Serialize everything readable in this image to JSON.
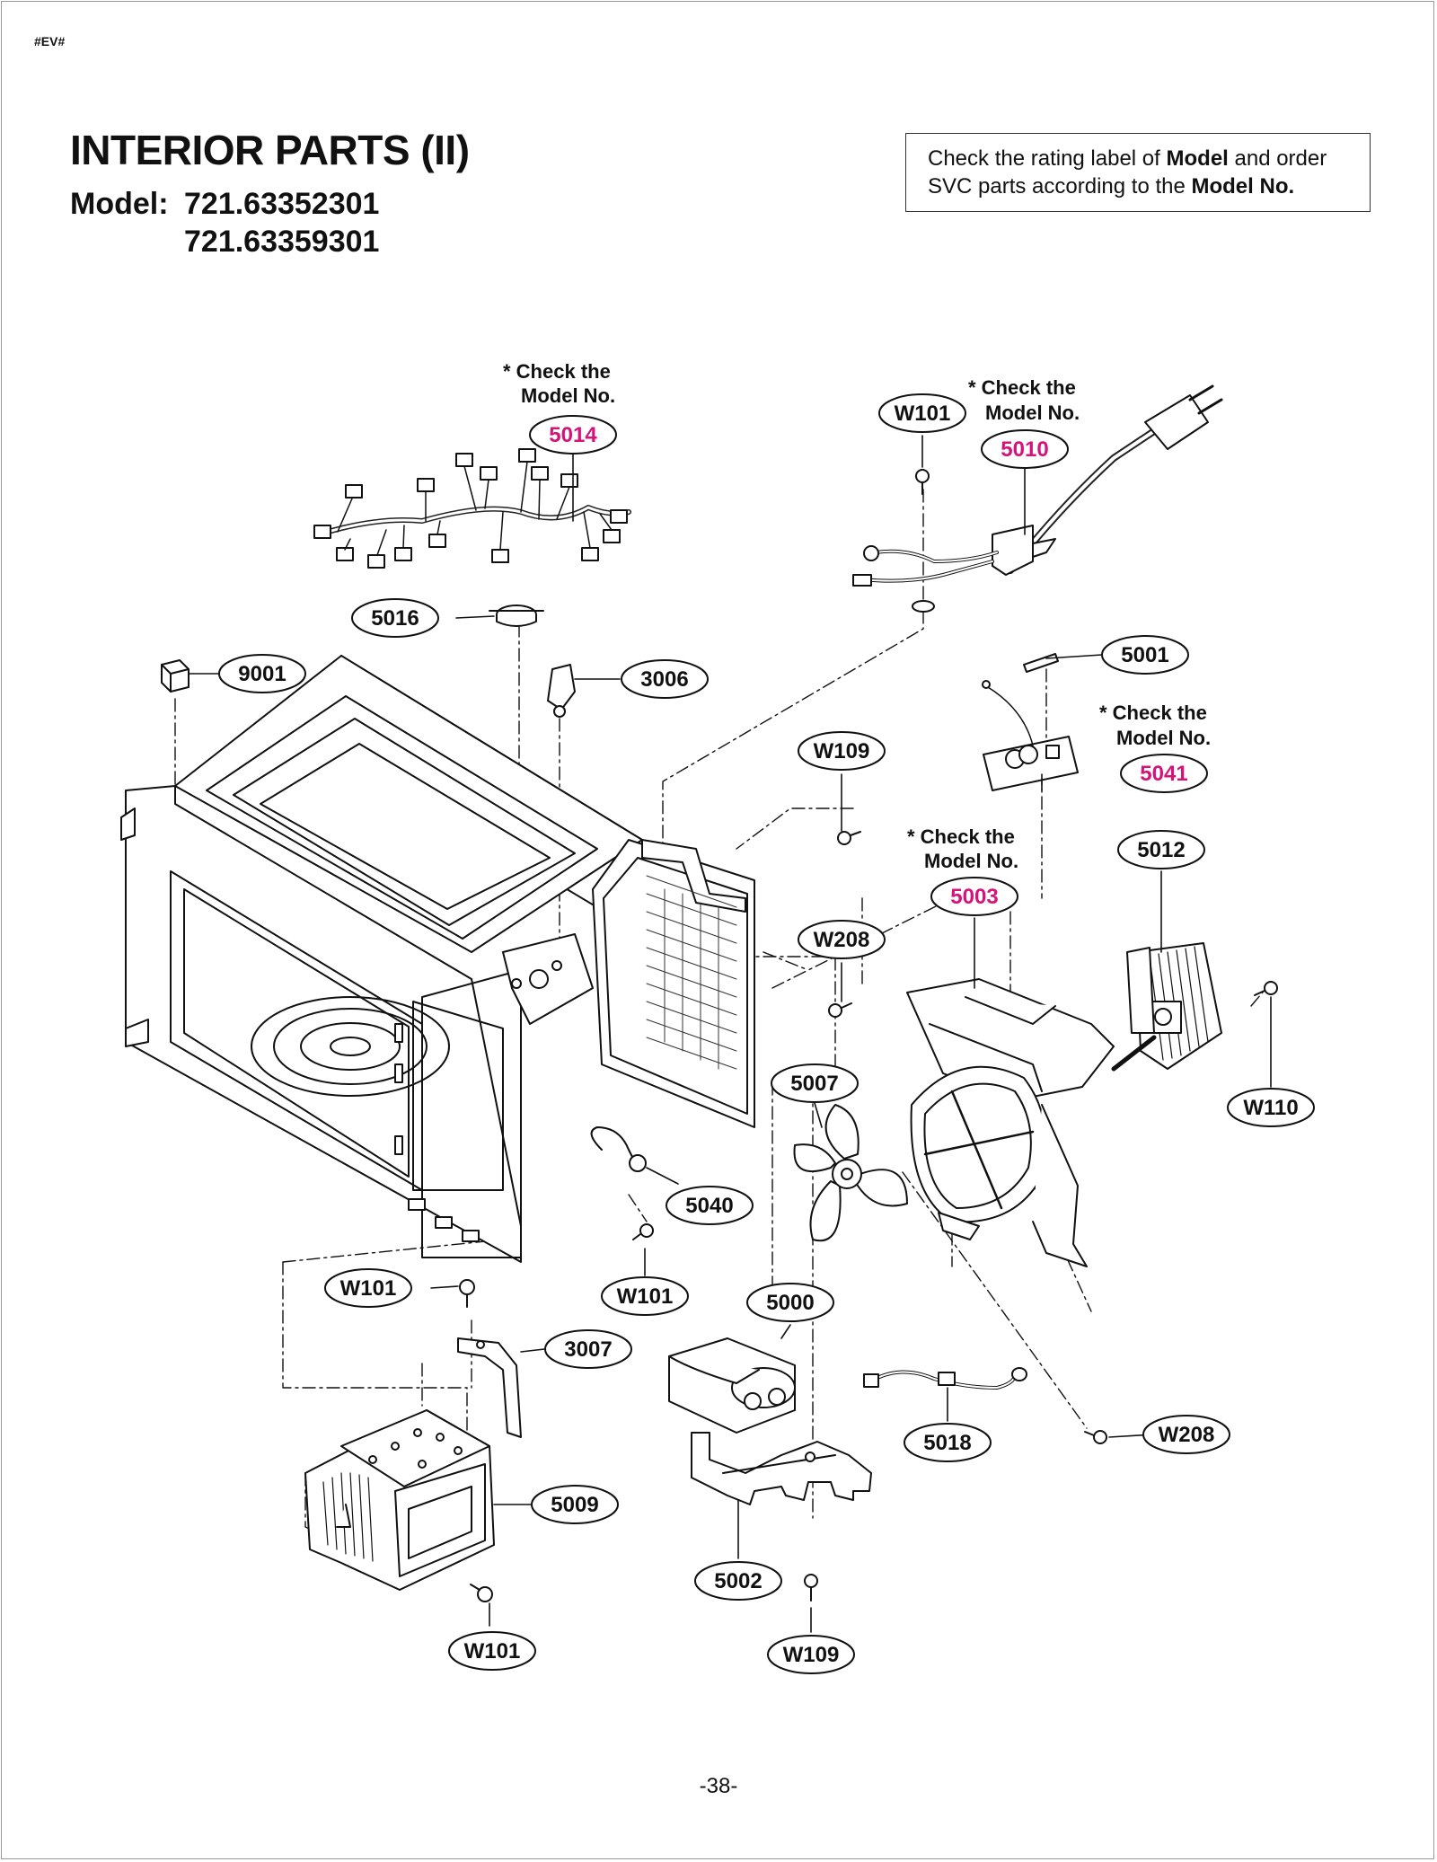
{
  "header": {
    "code": "#EV#",
    "title": "INTERIOR PARTS (II)",
    "model_label": "Model:",
    "models": [
      "721.63352301",
      "721.63359301"
    ]
  },
  "note": {
    "parts": [
      {
        "text": "Check the rating label of ",
        "bold": false
      },
      {
        "text": "Model",
        "bold": true
      },
      {
        "text": " and order",
        "bold": false
      },
      {
        "text": "SVC parts according to the ",
        "bold": false
      },
      {
        "text": "Model No.",
        "bold": true
      }
    ]
  },
  "colors": {
    "highlight": "#d4147a",
    "line": "#111111"
  },
  "callouts": [
    {
      "id": "5014",
      "highlight": true
    },
    {
      "id": "W101",
      "highlight": false
    },
    {
      "id": "5010",
      "highlight": true
    },
    {
      "id": "5016",
      "highlight": false
    },
    {
      "id": "9001",
      "highlight": false
    },
    {
      "id": "3006",
      "highlight": false
    },
    {
      "id": "5001",
      "highlight": false
    },
    {
      "id": "W109",
      "highlight": false
    },
    {
      "id": "5041",
      "highlight": true
    },
    {
      "id": "5003",
      "highlight": true
    },
    {
      "id": "5012",
      "highlight": false
    },
    {
      "id": "W208",
      "highlight": false
    },
    {
      "id": "5007",
      "highlight": false
    },
    {
      "id": "W110",
      "highlight": false
    },
    {
      "id": "5040",
      "highlight": false
    },
    {
      "id": "W101",
      "highlight": false
    },
    {
      "id": "W101",
      "highlight": false
    },
    {
      "id": "5000",
      "highlight": false
    },
    {
      "id": "3007",
      "highlight": false
    },
    {
      "id": "5018",
      "highlight": false
    },
    {
      "id": "W208",
      "highlight": false
    },
    {
      "id": "5009",
      "highlight": false
    },
    {
      "id": "5002",
      "highlight": false
    },
    {
      "id": "W101",
      "highlight": false
    },
    {
      "id": "W109",
      "highlight": false
    }
  ],
  "check_notes": [
    {
      "line1": "* Check the",
      "line2": "Model No."
    },
    {
      "line1": "* Check the",
      "line2": "Model No."
    },
    {
      "line1": "* Check the",
      "line2": "Model No."
    },
    {
      "line1": "* Check the",
      "line2": "Model No."
    }
  ],
  "footer": {
    "page_number": "-38-"
  }
}
